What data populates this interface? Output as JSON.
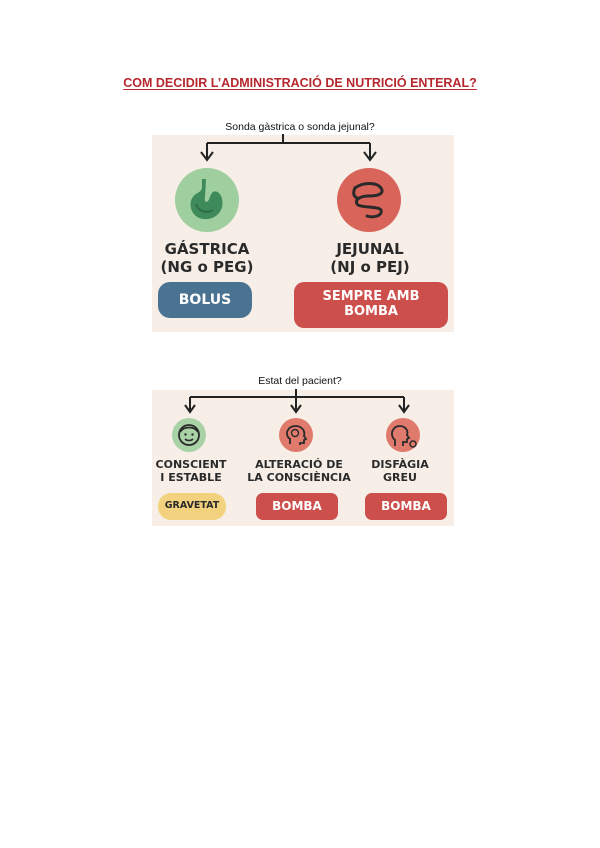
{
  "title": "COM DECIDIR L’ADMINISTRACIÓ DE NUTRICIÓ ENTERAL?",
  "diagram1": {
    "question": "Sonda gàstrica o sonda jejunal?",
    "left": {
      "icon": "stomach-icon",
      "label_line1": "GÁSTRICA",
      "label_line2": "(NG o PEG)",
      "pill": "BOLUS",
      "circle_color": "#9fcf9f",
      "pill_color": "#4a7391"
    },
    "right": {
      "icon": "intestine-icon",
      "label_line1": "JEJUNAL",
      "label_line2": "(NJ o PEJ)",
      "pill_line1": "SEMPRE AMB",
      "pill_line2": "BOMBA",
      "circle_color": "#d9645a",
      "pill_color": "#cc4f4c"
    }
  },
  "diagram2": {
    "question": "Estat del pacient?",
    "items": [
      {
        "icon": "calm-face-icon",
        "label_line1": "CONSCIENT",
        "label_line2": "I ESTABLE",
        "pill": "GRAVETAT",
        "circle_color": "#a9d3a7",
        "pill_color": "#f2d27e"
      },
      {
        "icon": "head-brain-icon",
        "label_line1": "ALTERACIÓ DE",
        "label_line2": "LA CONSCIÈNCIA",
        "pill": "BOMBA",
        "circle_color": "#e07a6c",
        "pill_color": "#cc4f4c"
      },
      {
        "icon": "head-throat-icon",
        "label_line1": "DISFÀGIA",
        "label_line2": "GREU",
        "pill": "BOMBA",
        "circle_color": "#e07a6c",
        "pill_color": "#cc4f4c"
      }
    ]
  }
}
